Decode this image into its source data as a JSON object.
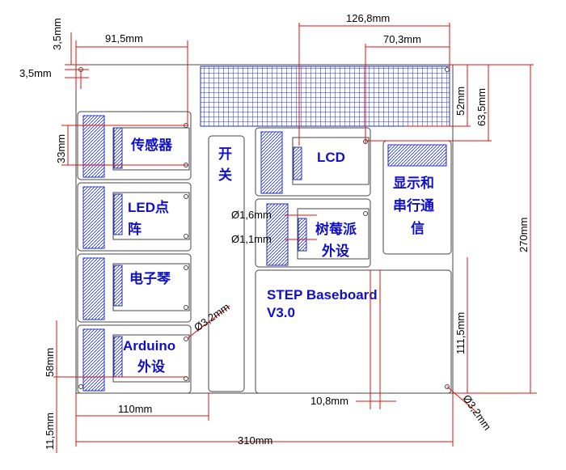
{
  "colors": {
    "label": "#1010c8",
    "dimension_line": "#e01010",
    "outline": "#444444",
    "hatch": "#1f2fc0"
  },
  "board": {
    "modules": {
      "sensor": "传感器",
      "led_matrix_1": "LED点",
      "led_matrix_2": "阵",
      "piano": "电子琴",
      "arduino_1": "Arduino",
      "arduino_2": "外设",
      "switch_1": "开",
      "switch_2": "关",
      "lcd": "LCD",
      "raspberry_1": "树莓派",
      "raspberry_2": "外设",
      "display_1": "显示和",
      "display_2": "串行通",
      "display_3": "信"
    },
    "title_1": "STEP Baseboard",
    "title_2": "V3.0"
  },
  "dimensions": {
    "d_3_5_top": "3,5mm",
    "d_91_5": "91,5mm",
    "d_126_8": "126,8mm",
    "d_70_3": "70,3mm",
    "d_3_5_left": "3,5mm",
    "d_52": "52mm",
    "d_63_5": "63,5mm",
    "d_33": "33mm",
    "d_270": "270mm",
    "d_phi_1_6": "Ø1,6mm",
    "d_phi_1_1": "Ø1,1mm",
    "d_phi_3_2_a": "Ø3,2mm",
    "d_111_5_right": "111,5mm",
    "d_58": "58mm",
    "d_10_8": "10,8mm",
    "d_phi_3_2_b": "Ø3,2mm",
    "d_110": "110mm",
    "d_11_5_left": "11,5mm",
    "d_310": "310mm"
  }
}
